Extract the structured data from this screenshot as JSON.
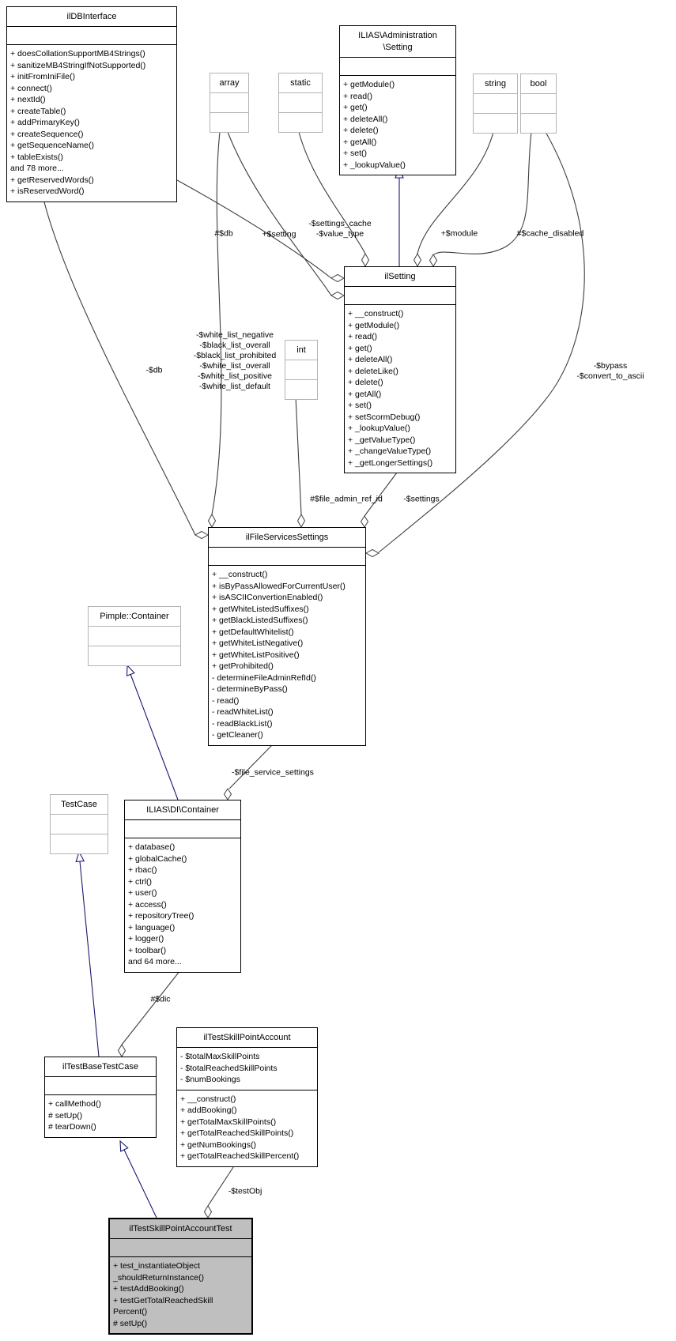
{
  "diagram": {
    "kind": "uml-collaboration-graph",
    "classes": {
      "ildbinterface": {
        "title": "ilDBInterface",
        "methods": [
          "+ doesCollationSupportMB4Strings()",
          "+ sanitizeMB4StringIfNotSupported()",
          "+ initFromIniFile()",
          "+ connect()",
          "+ nextId()",
          "+ createTable()",
          "+ addPrimaryKey()",
          "+ createSequence()",
          "+ getSequenceName()",
          "+ tableExists()",
          "and 78 more...",
          "+ getReservedWords()",
          "+ isReservedWord()"
        ]
      },
      "array_type": {
        "title": "array"
      },
      "static_type": {
        "title": "static"
      },
      "admin_setting": {
        "title": "ILIAS\\Administration\n\\Setting",
        "methods": [
          "+ getModule()",
          "+ read()",
          "+ get()",
          "+ deleteAll()",
          "+ delete()",
          "+ getAll()",
          "+ set()",
          "+ _lookupValue()"
        ]
      },
      "string_type": {
        "title": "string"
      },
      "bool_type": {
        "title": "bool"
      },
      "ilsetting": {
        "title": "ilSetting",
        "methods": [
          "+ __construct()",
          "+ getModule()",
          "+ read()",
          "+ get()",
          "+ deleteAll()",
          "+ deleteLike()",
          "+ delete()",
          "+ getAll()",
          "+ set()",
          "+ setScormDebug()",
          "+ _lookupValue()",
          "+ _getValueType()",
          "+ _changeValueType()",
          "+ _getLongerSettings()"
        ]
      },
      "int_type": {
        "title": "int"
      },
      "fileservices": {
        "title": "ilFileServicesSettings",
        "methods": [
          "+ __construct()",
          "+ isByPassAllowedForCurrentUser()",
          "+ isASCIIConvertionEnabled()",
          "+ getWhiteListedSuffixes()",
          "+ getBlackListedSuffixes()",
          "+ getDefaultWhitelist()",
          "+ getWhiteListNegative()",
          "+ getWhiteListPositive()",
          "+ getProhibited()",
          "- determineFileAdminRefId()",
          "- determineByPass()",
          "- read()",
          "- readWhiteList()",
          "- readBlackList()",
          "- getCleaner()"
        ]
      },
      "pimple": {
        "title": "Pimple::Container"
      },
      "dicontainer": {
        "title": "ILIAS\\DI\\Container",
        "methods": [
          "+ database()",
          "+ globalCache()",
          "+ rbac()",
          "+ ctrl()",
          "+ user()",
          "+ access()",
          "+ repositoryTree()",
          "+ language()",
          "+ logger()",
          "+ toolbar()",
          "and 64 more..."
        ]
      },
      "testcase": {
        "title": "TestCase"
      },
      "testbase": {
        "title": "ilTestBaseTestCase",
        "methods": [
          "+ callMethod()",
          "# setUp()",
          "# tearDown()"
        ]
      },
      "account": {
        "title": "ilTestSkillPointAccount",
        "attributes": [
          "- $totalMaxSkillPoints",
          "- $totalReachedSkillPoints",
          "- $numBookings"
        ],
        "methods": [
          "+ __construct()",
          "+ addBooking()",
          "+ getTotalMaxSkillPoints()",
          "+ getTotalReachedSkillPoints()",
          "+ getNumBookings()",
          "+ getTotalReachedSkillPercent()"
        ]
      },
      "accounttest": {
        "title": "ilTestSkillPointAccountTest",
        "methods": [
          "+ test_instantiateObject",
          "_shouldReturnInstance()",
          "+ testAddBooking()",
          "+ testGetTotalReachedSkill",
          "Percent()",
          "# setUp()"
        ]
      }
    },
    "edge_labels": {
      "db_setting": "#$db",
      "setting": "+$setting",
      "settings_cache": "-$settings_cache\n-$value_type",
      "module": "+$module",
      "cache_disabled": "#$cache_disabled",
      "db_fileservices": "-$db",
      "white_lists": "-$white_list_negative\n-$black_list_overall\n-$black_list_prohibited\n-$white_list_overall\n-$white_list_positive\n-$white_list_default",
      "file_admin_ref_id": "#$file_admin_ref_id",
      "settings": "-$settings",
      "bypass": "-$bypass\n-$convert_to_ascii",
      "file_service_settings": "-$file_service_settings",
      "dic": "#$dic",
      "testobj": "-$testObj"
    },
    "colors": {
      "inheritance_edge": "#191970",
      "aggregation_edge": "#3d3d3d",
      "current_node_fill": "#bfbfbf",
      "external_node_border": "#b4b4b4"
    }
  }
}
